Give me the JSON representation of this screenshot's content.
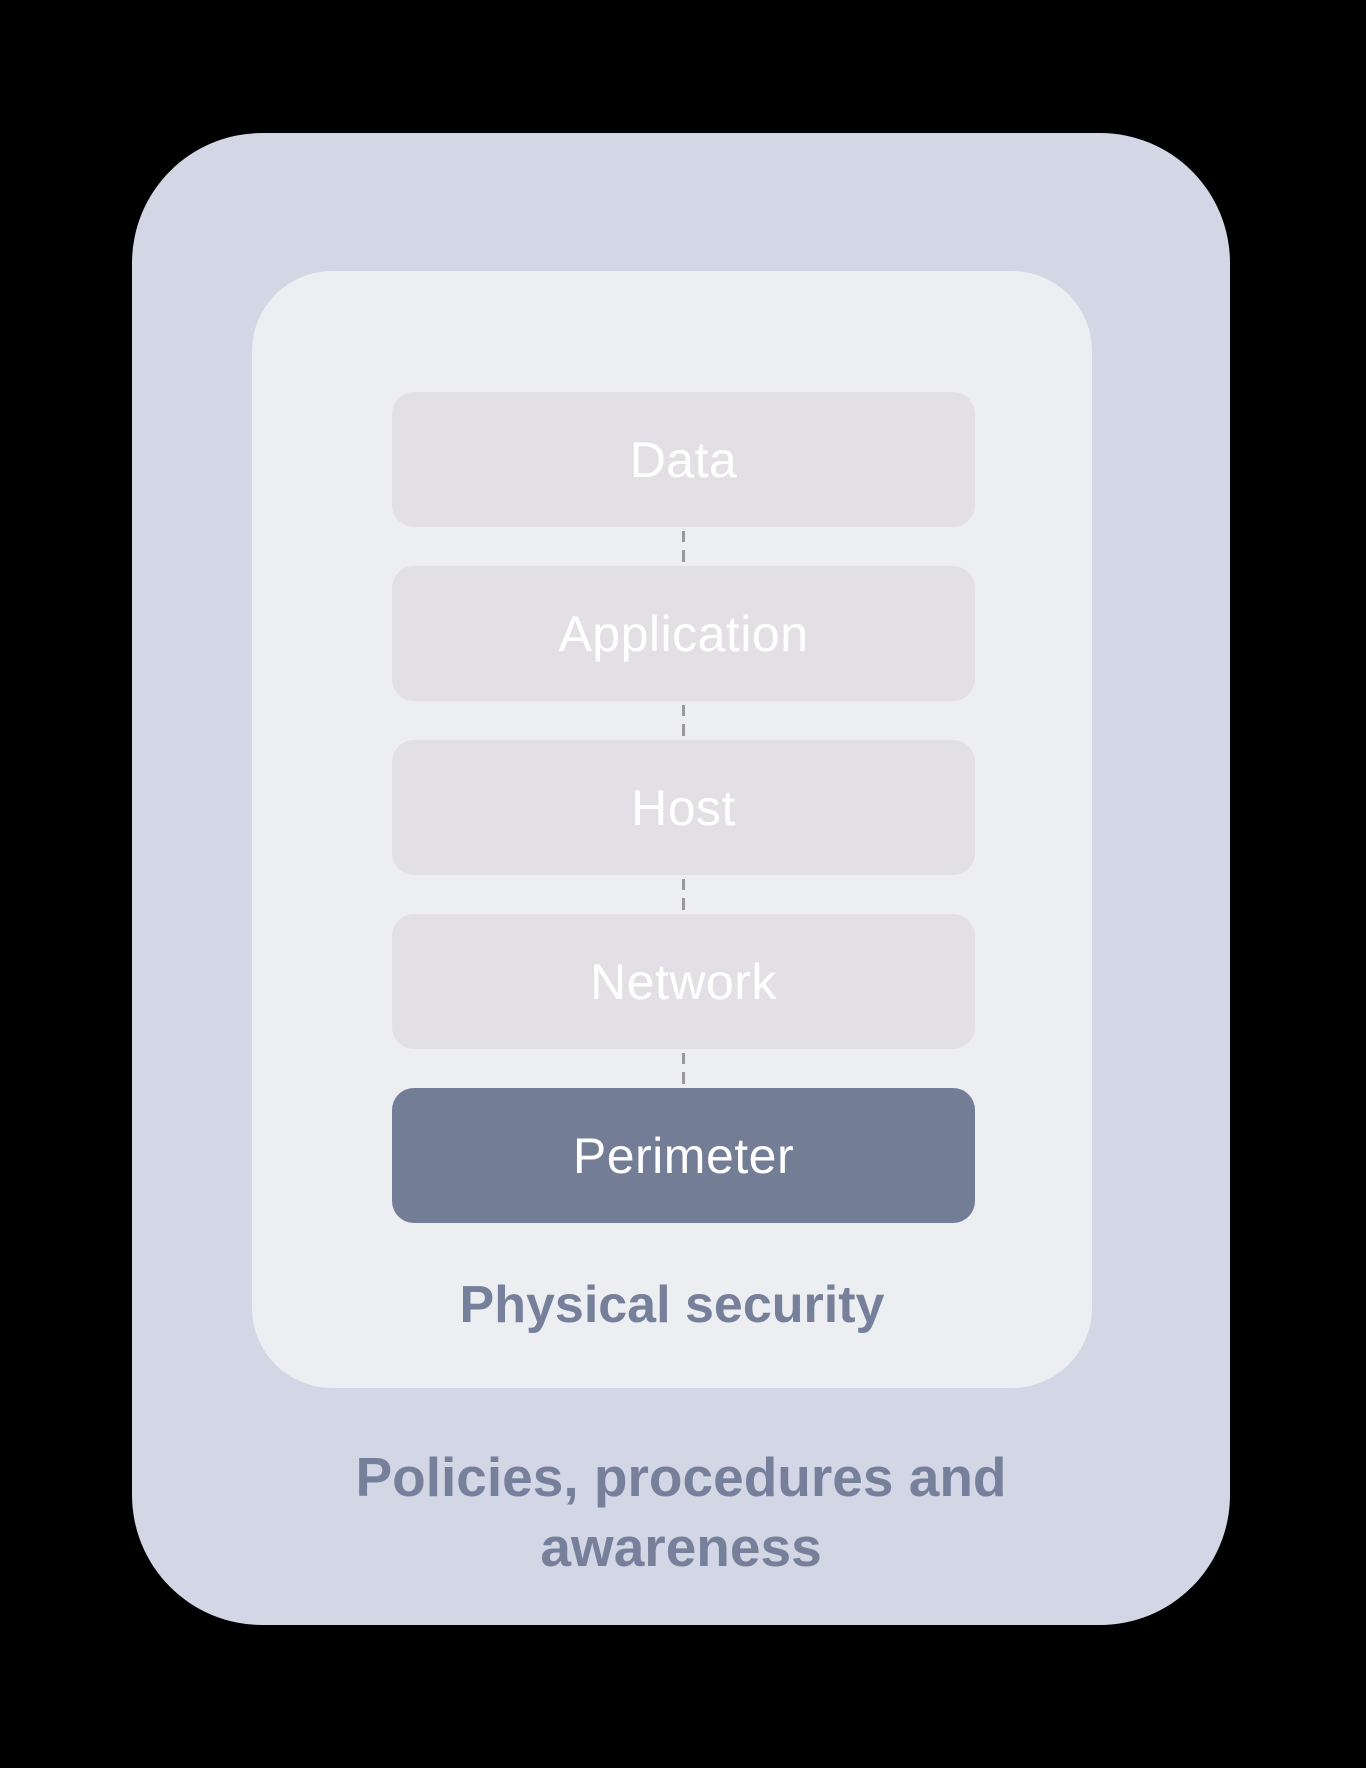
{
  "diagram": {
    "layers": [
      {
        "label": "Data",
        "highlighted": false
      },
      {
        "label": "Application",
        "highlighted": false
      },
      {
        "label": "Host",
        "highlighted": false
      },
      {
        "label": "Network",
        "highlighted": false
      },
      {
        "label": "Perimeter",
        "highlighted": true
      }
    ],
    "physical_security_label": "Physical security",
    "policies_label_lines": [
      "Policies, procedures and",
      "awareness"
    ]
  },
  "colors": {
    "background": "#000000",
    "policies_layer_bg": "#D2D6E5",
    "physical_layer_bg": "#EDEEF2",
    "layer_box_bg": "#E2E0E5",
    "highlight_box_bg": "#737E96",
    "box_text": "#FFFFFF",
    "label_text": "#76809B",
    "connector": "#9C9799"
  }
}
